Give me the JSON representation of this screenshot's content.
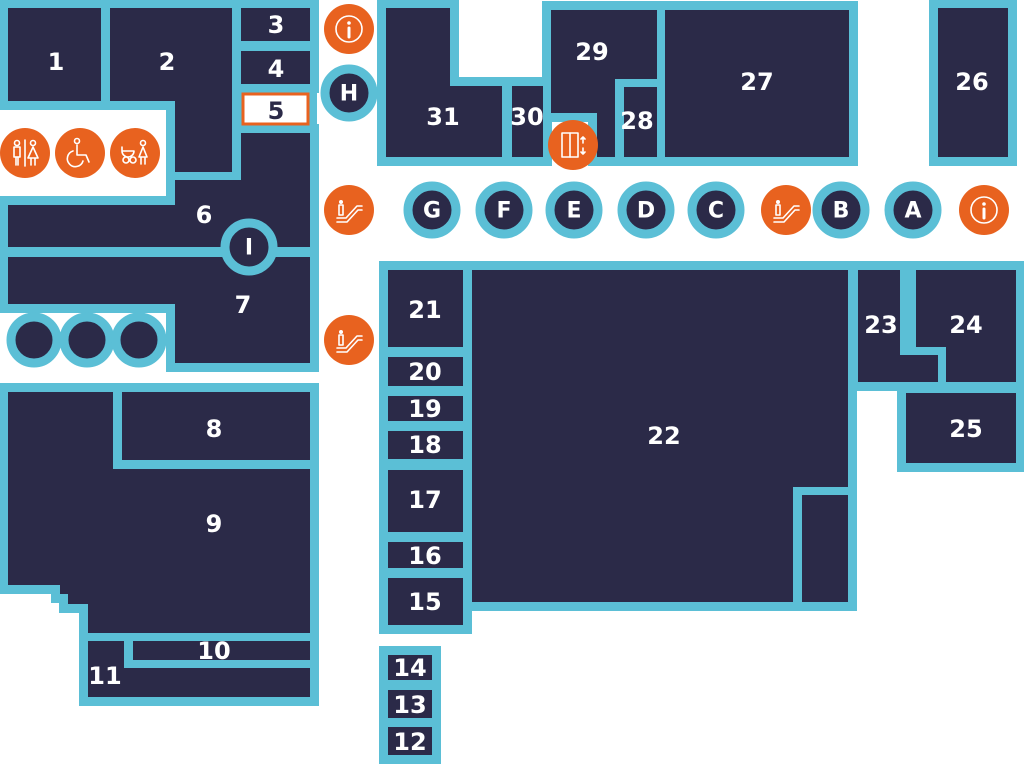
{
  "colors": {
    "unit": "#2b2a48",
    "border": "#5bbfd6",
    "amenity": "#e8621f",
    "highlight_border": "#e8621f",
    "background": "#ffffff"
  },
  "units": [
    "1",
    "2",
    "3",
    "4",
    "5",
    "6",
    "7",
    "8",
    "9",
    "10",
    "11",
    "12",
    "13",
    "14",
    "15",
    "16",
    "17",
    "18",
    "19",
    "20",
    "21",
    "22",
    "23",
    "24",
    "25",
    "26",
    "27",
    "28",
    "29",
    "30",
    "31"
  ],
  "highlighted_unit": "5",
  "gates": [
    "A",
    "B",
    "C",
    "D",
    "E",
    "F",
    "G",
    "H",
    "I"
  ],
  "amenities": [
    "info-icon",
    "info-icon",
    "escalator-icon",
    "escalator-icon",
    "escalator-icon",
    "elevator-icon",
    "restroom-icon",
    "accessible-icon",
    "baby-change-icon"
  ]
}
